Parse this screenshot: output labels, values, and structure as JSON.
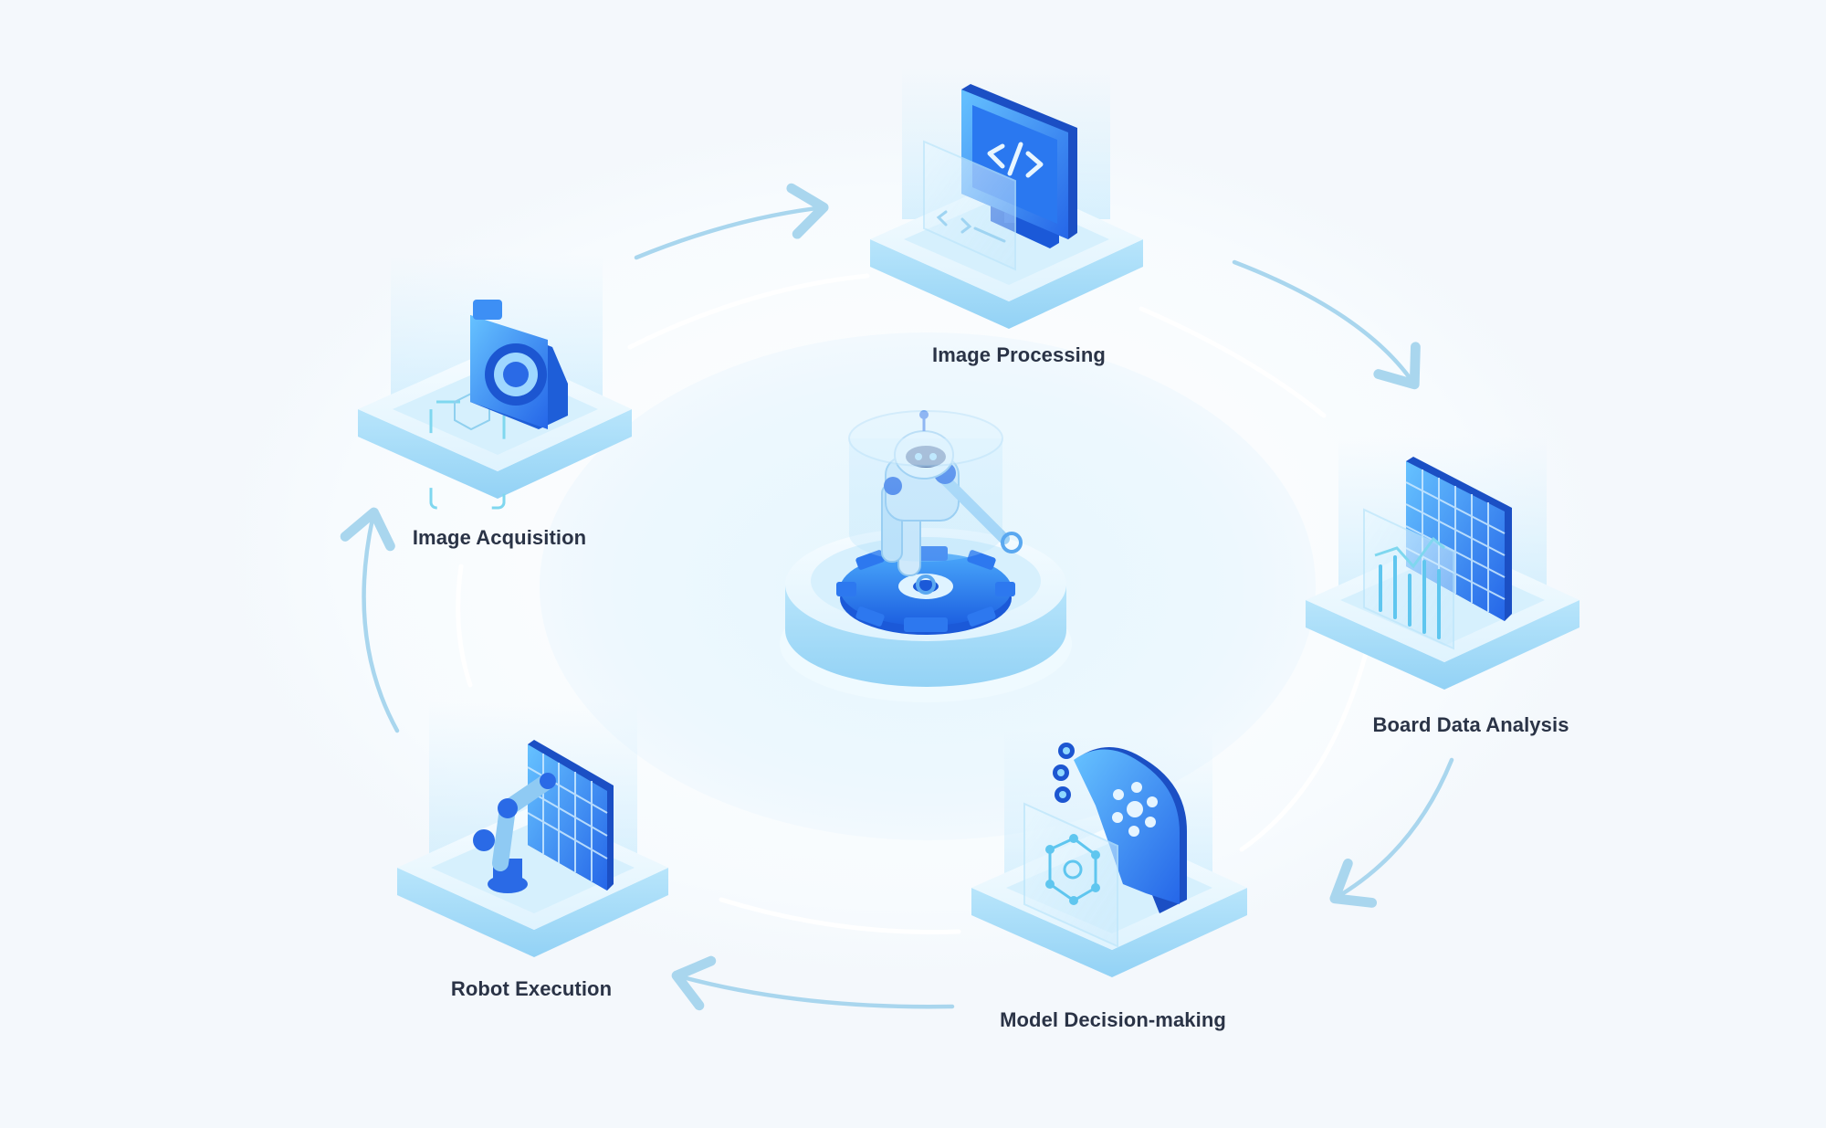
{
  "colors": {
    "background": "#f4f8fc",
    "arrow": "#a9d6ee",
    "accent": "#1f72f0",
    "accent_light": "#5fb8f6",
    "platform_top": "#e8f7fe",
    "platform_side": "#a6dcf7",
    "label": "#2a3346"
  },
  "nodes": [
    {
      "id": "image-acquisition",
      "label": "Image Acquisition",
      "icon": "camera-icon"
    },
    {
      "id": "image-processing",
      "label": "Image Processing",
      "icon": "code-monitor-icon"
    },
    {
      "id": "board-data-analysis",
      "label": "Board Data Analysis",
      "icon": "grid-chart-icon"
    },
    {
      "id": "model-decision-making",
      "label": "Model Decision-making",
      "icon": "ai-head-icon"
    },
    {
      "id": "robot-execution",
      "label": "Robot Execution",
      "icon": "robot-arm-icon"
    }
  ],
  "center": {
    "icon": "robot-gear-icon"
  }
}
